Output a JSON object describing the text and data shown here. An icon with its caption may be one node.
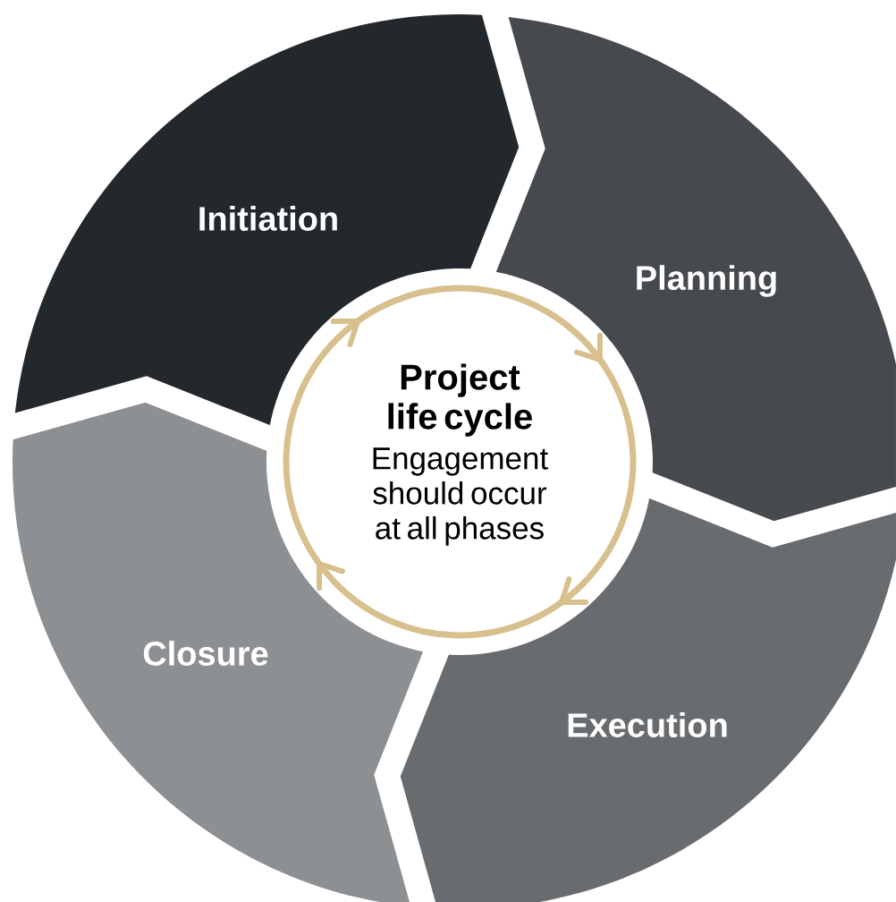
{
  "diagram": {
    "nodes": [
      {
        "text": [
          "Initiation"
        ]
      },
      {
        "text": [
          "Planning"
        ]
      },
      {
        "text": [
          "Execution"
        ]
      },
      {
        "text": [
          "Closure"
        ]
      },
      {
        "text": [
          "Project life cycle",
          "Engagement should occur at all phases"
        ]
      }
    ]
  }
}
